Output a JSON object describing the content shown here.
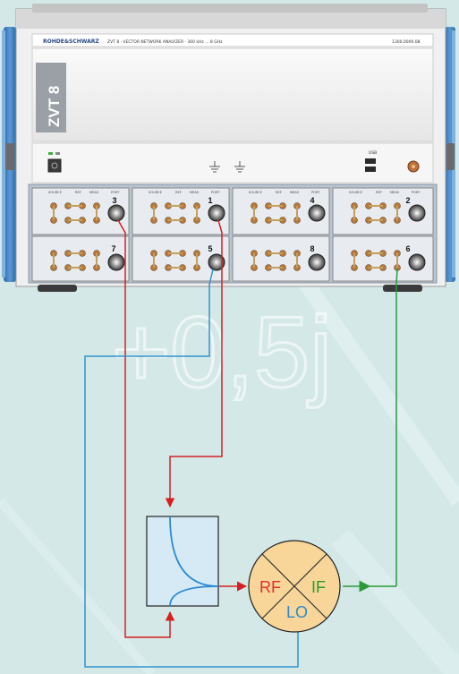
{
  "instrument": {
    "brand": "ROHDE&SCHWARZ",
    "model_line": "ZVT 8 · VECTOR NETWORK ANALYZER · 300 kHz ... 8 GHz",
    "serial": "1300.0000.08",
    "side_label": "ZVT 8",
    "usb_label": "USB",
    "port_group_labels": [
      "SOURCE",
      "REF",
      "MEAS",
      "PORT"
    ],
    "upper_ports": [
      "3",
      "1",
      "4",
      "2"
    ],
    "lower_ports": [
      "7",
      "5",
      "8",
      "6"
    ]
  },
  "watermark": "+0,5j",
  "mixer": {
    "rf_label": "RF",
    "if_label": "IF",
    "lo_label": "LO",
    "fill_color": "#f8d699",
    "rf_color": "#e03030",
    "if_color": "#2a9a2a",
    "lo_color": "#2a8ad0"
  },
  "coupler": {
    "fill_color": "#d6eaf6"
  },
  "colors": {
    "background": "#d4e8e8",
    "red_cable": "#d42020",
    "blue_cable": "#2f94cc",
    "green_cable": "#2a9a3a",
    "frame": "#3a7ab8"
  }
}
